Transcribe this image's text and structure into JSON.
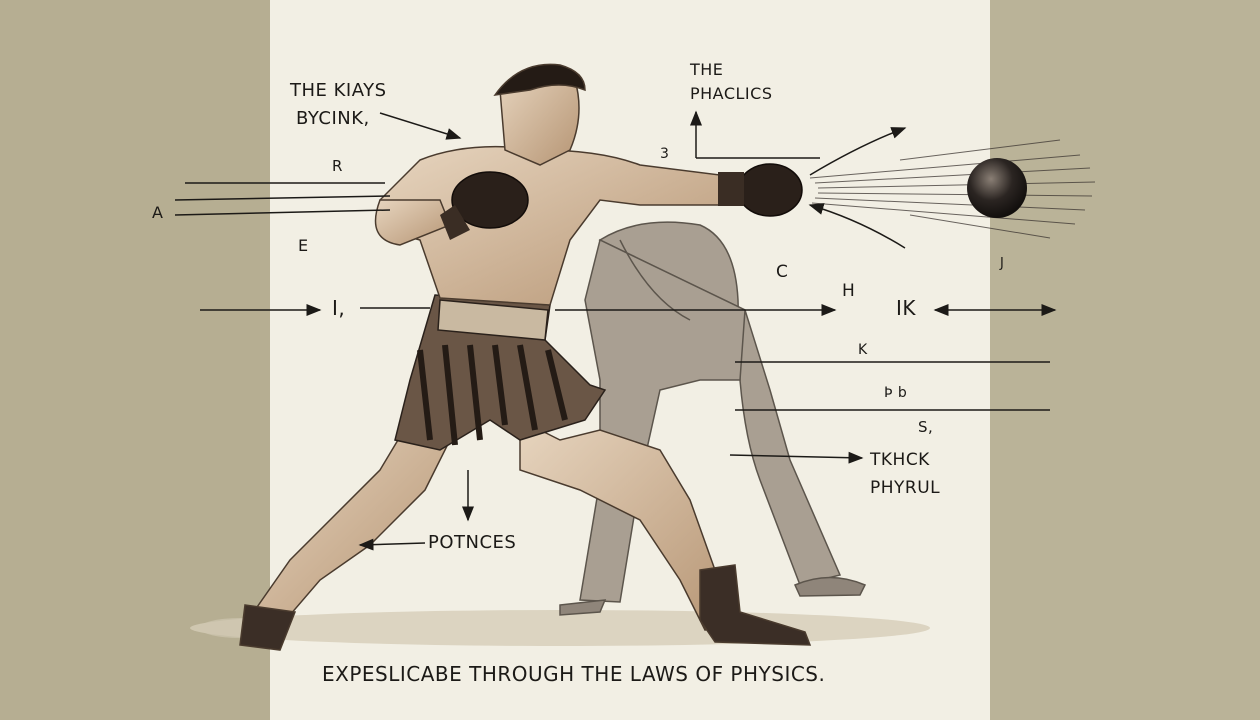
{
  "labels": {
    "boxer_label_line1": "THE KIAYS",
    "boxer_label_line2": "BYCINK,",
    "top_label_line1": "THE",
    "top_label_line2": "PHACLICS",
    "r": "R",
    "three": "3",
    "a": "A",
    "e": "E",
    "i": "I,",
    "c": "C",
    "h": "H",
    "ik": "IK",
    "j": "J",
    "k": "K",
    "pb": "Þ   b",
    "s": "S,",
    "tkhck": "TKHCK",
    "phyrul": "PHYRUL",
    "potnces": "POTNCES"
  },
  "caption": "EXPESLICABE THROUGH THE  LAWS OF PHYSICS.",
  "colors": {
    "paper": "#f2efe4",
    "margin": "#b8b195",
    "ink": "#1c1a17"
  }
}
